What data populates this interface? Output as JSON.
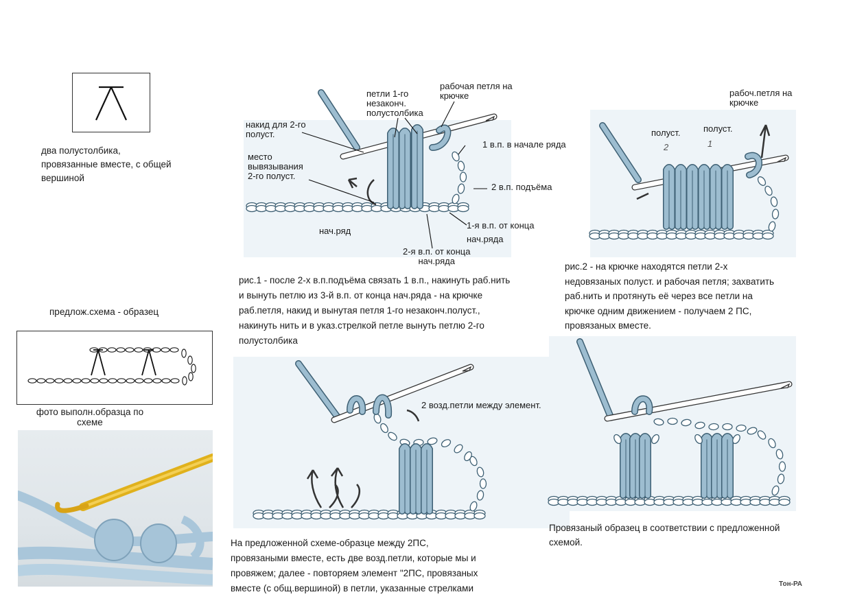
{
  "symbol_caption": "два полустолбика,\nпровязанные вместе, с общей\nвершиной",
  "scheme_title": "предлож.схема - образец",
  "photo_caption": "фото выполн.образца по\nсхеме",
  "fig1": {
    "label_loops": "петли 1-го\nнезаконч.\nполустолбика",
    "label_working_loop": "рабочая петля на\nкрючке",
    "label_yarn_over": "накид для 2-го\nполуст.",
    "label_place": "место\nвывязывания\n2-го полуст.",
    "label_ch1": "1 в.п. в начале ряда",
    "label_ch2": "2 в.п. подъёма",
    "label_first_from_end": "1-я в.п. от конца\nнач.ряда",
    "label_start_row": "нач.ряд",
    "label_second_from_end": "2-я в.п. от конца\nнач.ряда",
    "caption": "рис.1 - после 2-х в.п.подъёма связать 1 в.п.,  накинуть раб.нить\nи вынуть петлю  из 3-й в.п. от конца нач.ряда - на крючке\nраб.петля, накид и вынутая петля 1-го незаконч.полуст.,\nнакинуть нить и в указ.стрелкой петле вынуть петлю 2-го\nполустолбика"
  },
  "fig2": {
    "label_working_loop": "рабоч.петля на\nкрючке",
    "label_hdc2": "полуст.",
    "label_hdc2_num": "2",
    "label_hdc1": "полуст.",
    "label_hdc1_num": "1",
    "caption": "рис.2 - на крючке находятся петли 2-х\nнедовязаных полуст. и рабочая петля; захватить\nраб.нить и протянуть её через все петли на\nкрючке одним движением - получаем 2 ПС,\nпровязаных вместе."
  },
  "fig3": {
    "label_ch": "2 возд.петли между элемент.",
    "caption": "На предложенной схеме-образце  между 2ПС,\nпровязаными вместе, есть две возд.петли, которые мы и\nпровяжем; далее - повторяем элемент \"2ПС, провязаных\nвместе (с общ.вершиной) в петли, указанные стрелками"
  },
  "fig4": {
    "caption": "Провязаный образец в соответствии с предложенной\nсхемой."
  },
  "signature": "Тон-РА",
  "colors": {
    "yarn": "#9dbdd0",
    "yarn_stroke": "#3d5f73",
    "panel": "#eef4f8",
    "hook": "#e2b21e"
  }
}
